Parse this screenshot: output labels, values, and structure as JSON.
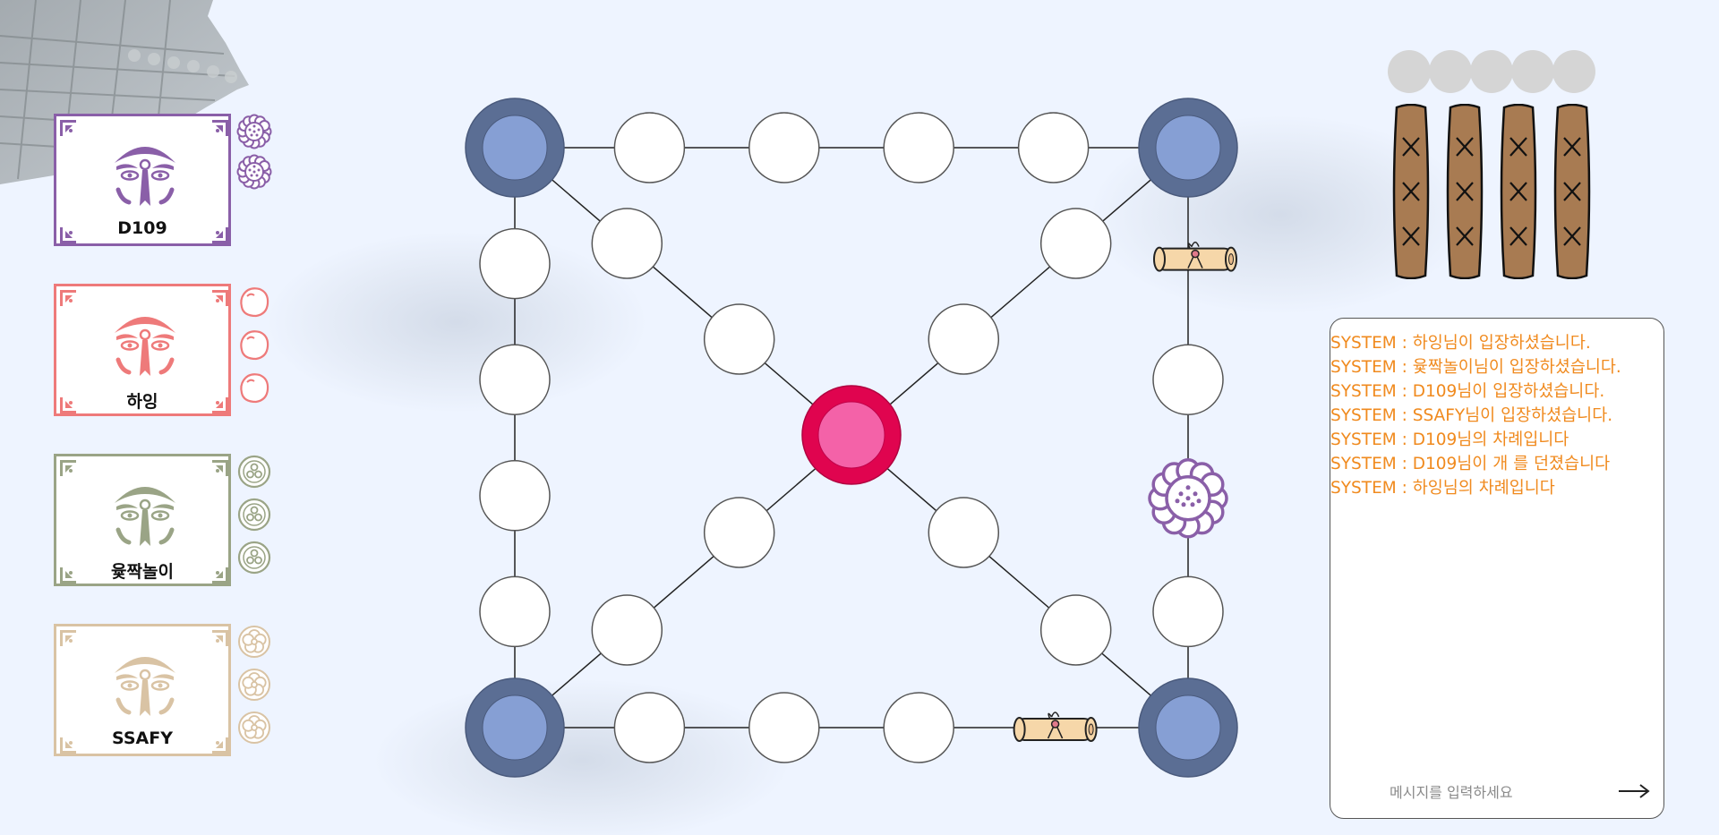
{
  "players": [
    {
      "name": "D109",
      "color": "#8a5fa8",
      "token": "flower-token-icon",
      "token_count": 2
    },
    {
      "name": "하잉",
      "color": "#ee7a7a",
      "token": "dumpling-token-icon",
      "token_count": 3
    },
    {
      "name": "윷짝놀이",
      "color": "#9aa486",
      "token": "triskele-token-icon",
      "token_count": 3
    },
    {
      "name": "SSAFY",
      "color": "#d9c3a4",
      "token": "blossom-token-icon",
      "token_count": 3
    }
  ],
  "board": {
    "corner_color": "#5b6e94",
    "corner_inner_color": "#869fd4",
    "center_color": "#e0044f",
    "center_inner_color": "#f462a8",
    "special_items": [
      "scroll-icon",
      "flower-piece-icon"
    ]
  },
  "yut": {
    "step_indicator_count": 5,
    "sticks": 4,
    "stick_color": "#a87b52",
    "mark_icon": "x-mark-icon"
  },
  "chat": {
    "messages": [
      "SYSTEM : 하잉님이 입장하셨습니다.",
      "SYSTEM : 윷짝놀이님이 입장하셨습니다.",
      "SYSTEM : D109님이 입장하셨습니다.",
      "SYSTEM : SSAFY님이 입장하셨습니다.",
      "SYSTEM : D109님의 차례입니다",
      "SYSTEM : D109님이 개 를 던졌습니다",
      "SYSTEM : 하잉님의 차례입니다"
    ],
    "message_color": "#f08a1e",
    "placeholder": "메시지를 입력하세요",
    "send_icon": "arrow-right-icon"
  }
}
